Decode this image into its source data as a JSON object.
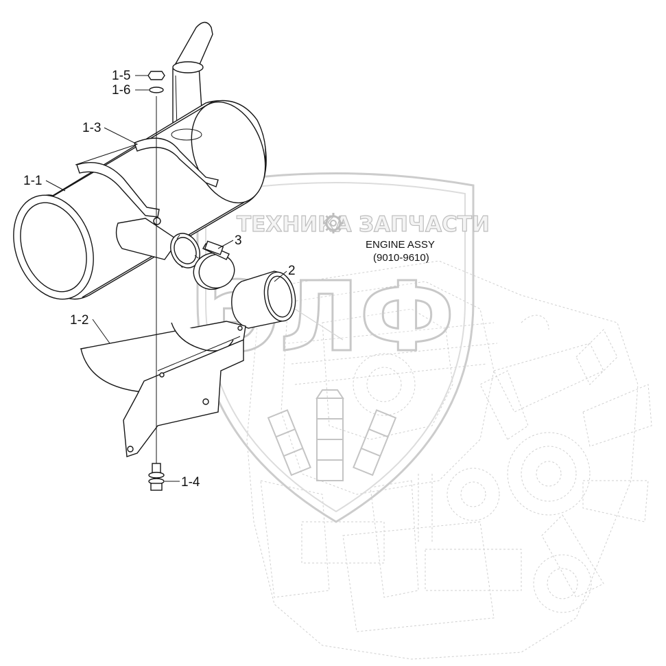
{
  "diagram": {
    "callouts": {
      "c_1_1": "1-1",
      "c_1_2": "1-2",
      "c_1_3": "1-3",
      "c_1_4": "1-4",
      "c_1_5": "1-5",
      "c_1_6": "1-6",
      "c_2": "2",
      "c_3": "3"
    },
    "engine_label_line1": "ENGINE ASSY",
    "engine_label_line2": "(9010-9610)"
  },
  "watermark": {
    "text_left": "ТЕХНИКА",
    "text_right": "ЗАПЧАСТИ",
    "big_text": "ЭЛФ",
    "gear_icon": "gear-icon",
    "wheat_icon": "wheat-icon"
  }
}
